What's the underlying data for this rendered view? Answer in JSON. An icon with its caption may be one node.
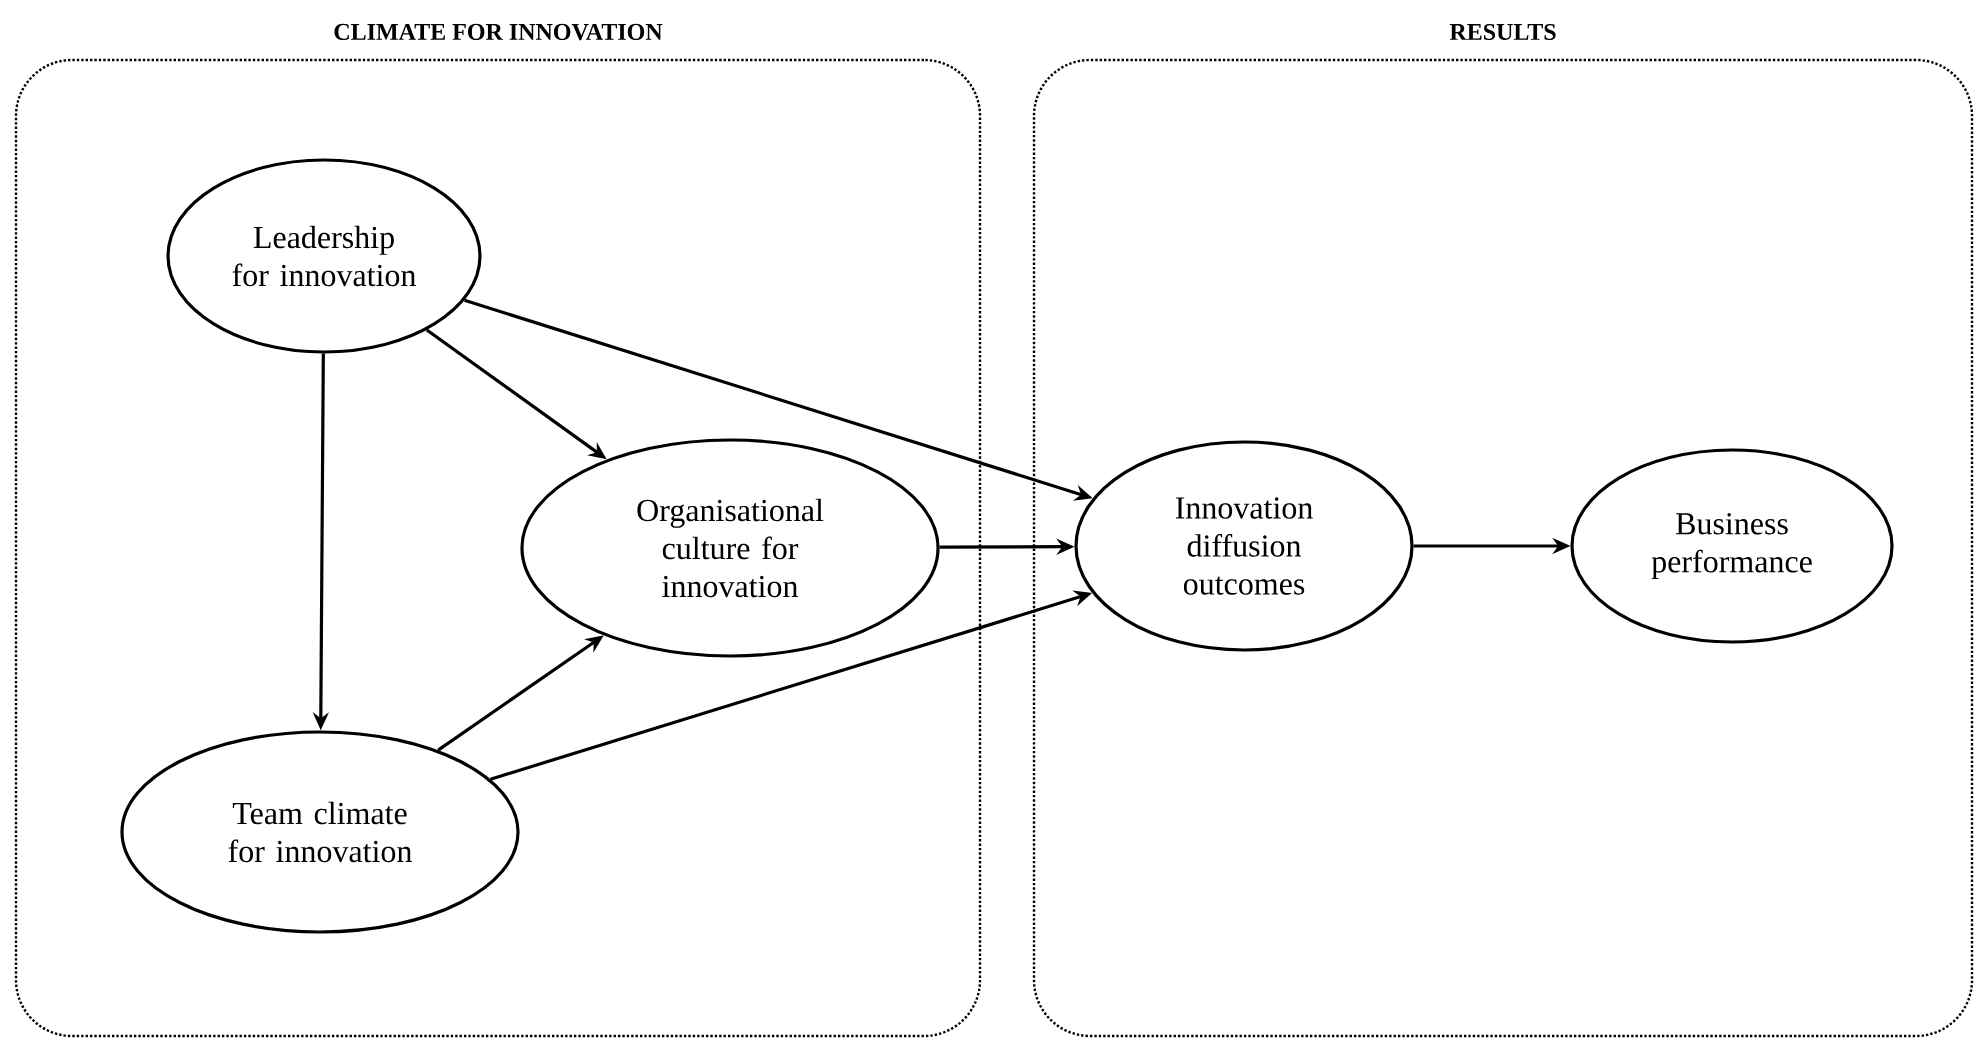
{
  "diagram": {
    "nodes": [
      {
        "text": [
          "CLIMATE FOR INNOVATION"
        ]
      },
      {
        "text": [
          "RESULTS"
        ]
      },
      {
        "text": [
          "Leadership for innovation"
        ],
        "in": 0
      },
      {
        "text": [
          "Organisational culture for innovation"
        ],
        "in": 0
      },
      {
        "text": [
          "Team climate for innovation"
        ],
        "in": 0
      },
      {
        "text": [
          "Innovation diffusion outcomes"
        ],
        "in": 1
      },
      {
        "text": [
          "Business performance"
        ],
        "in": 1
      }
    ],
    "edges": [
      {
        "from": 2,
        "to": 5,
        "arrow": "to"
      },
      {
        "from": 2,
        "to": 3,
        "arrow": "to"
      },
      {
        "from": 2,
        "to": 4,
        "arrow": "to"
      },
      {
        "from": 4,
        "to": 3,
        "arrow": "to"
      },
      {
        "from": 3,
        "to": 5,
        "arrow": "to"
      },
      {
        "from": 4,
        "to": 5,
        "arrow": "to"
      },
      {
        "from": 5,
        "to": 6,
        "arrow": "to"
      }
    ]
  }
}
